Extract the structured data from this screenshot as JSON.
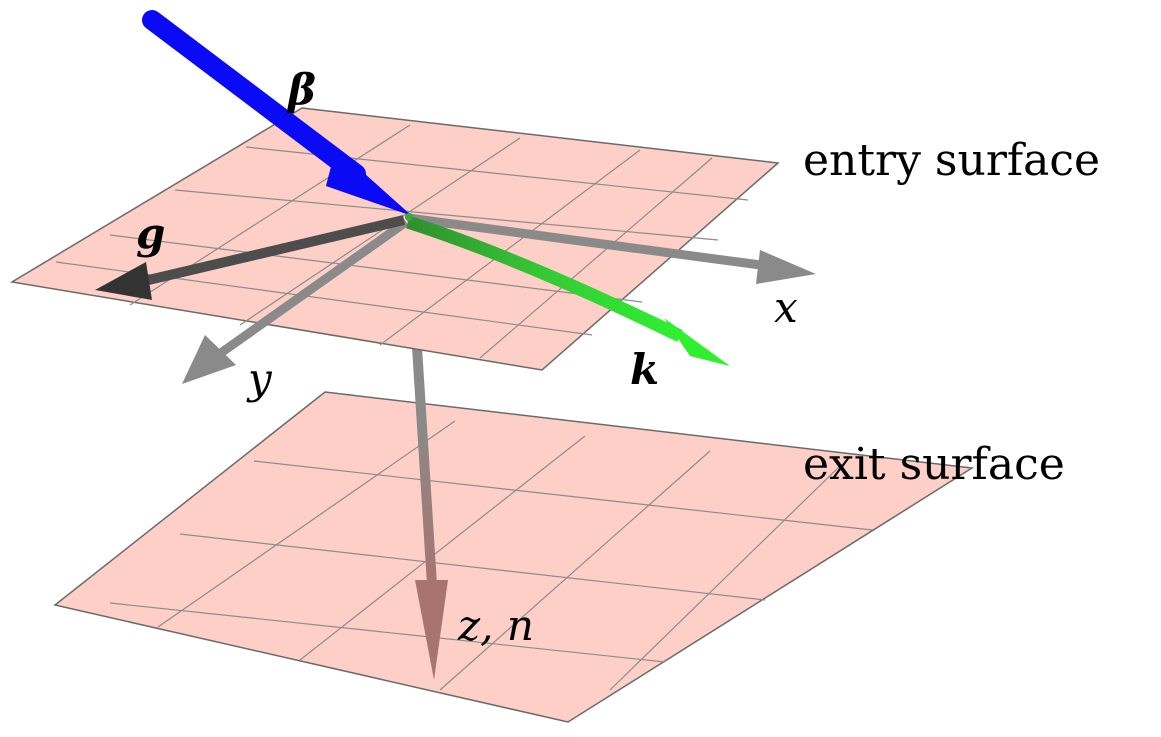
{
  "labels": {
    "entry_surface": "entry surface",
    "exit_surface": "exit surface",
    "beta": "β",
    "g": "g",
    "k": "k",
    "x": "x",
    "y": "y",
    "z_n": "z, n"
  },
  "colors": {
    "plane_fill": "#fdcfc7",
    "beta_vector": "#0a0af5",
    "k_vector": "#2fe82f",
    "g_vector": "#555555",
    "axis": "#8a8a8a",
    "z_axis": "#a87872"
  }
}
